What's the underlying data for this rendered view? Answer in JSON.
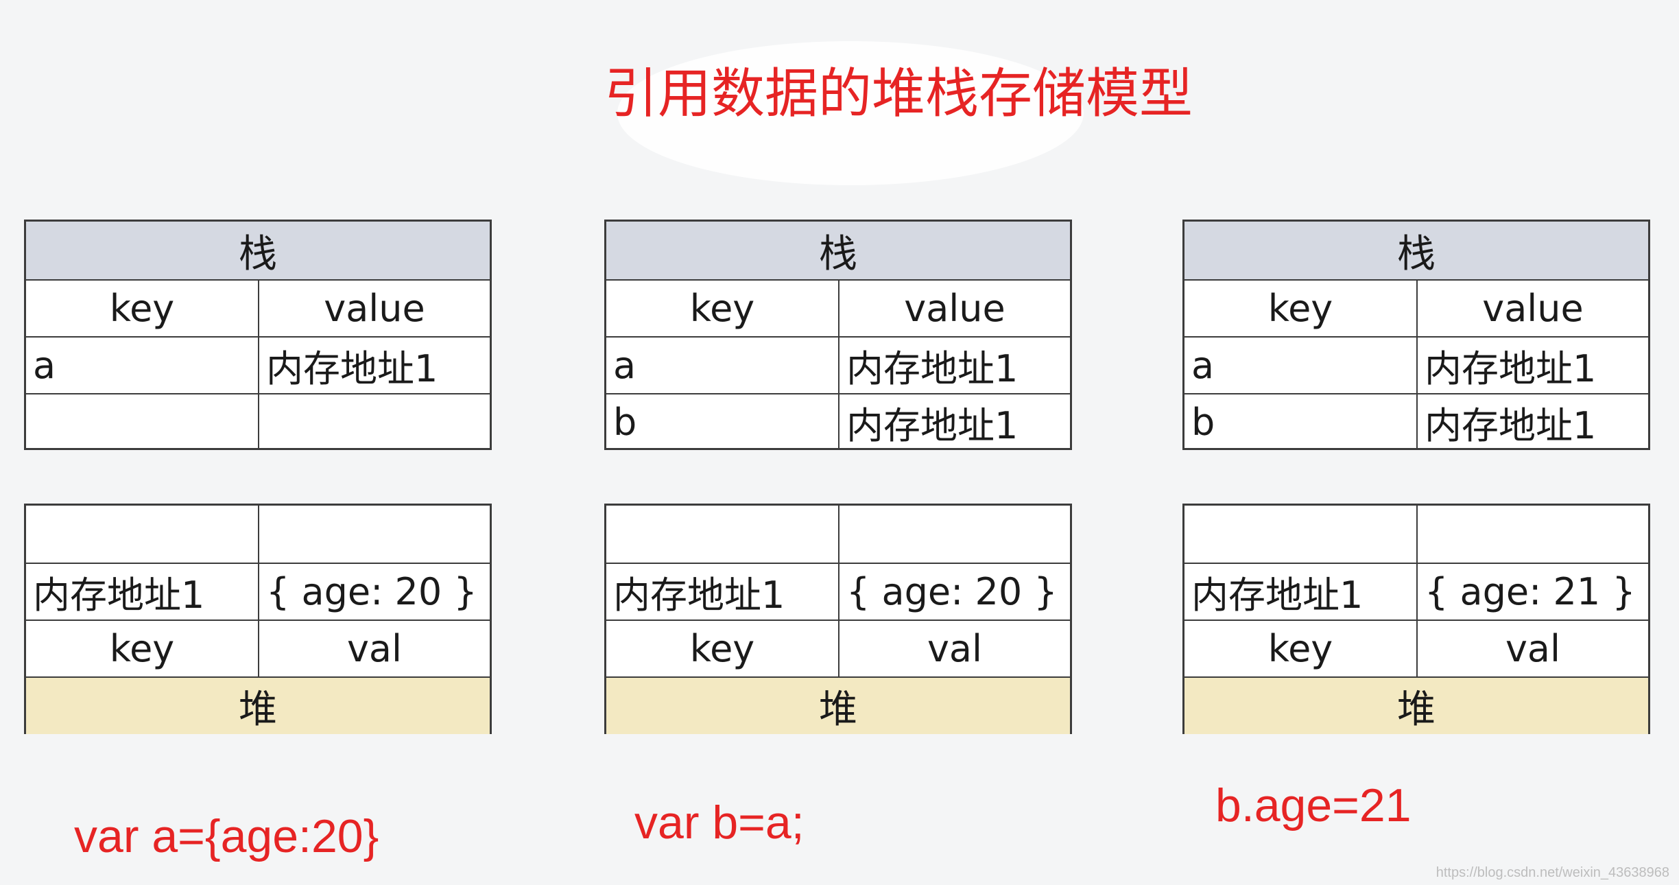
{
  "title": "引用数据的堆栈存储模型",
  "models": [
    {
      "stack_label": "栈",
      "stack_headers": [
        "key",
        "value"
      ],
      "stack_rows": [
        [
          "a",
          "内存地址1"
        ],
        [
          "",
          ""
        ]
      ],
      "heap_rows": [
        [
          "",
          ""
        ],
        [
          "内存地址1",
          "{ age: 20 }"
        ]
      ],
      "heap_headers": [
        "key",
        "val"
      ],
      "heap_label": "堆",
      "caption": "var a={age:20}"
    },
    {
      "stack_label": "栈",
      "stack_headers": [
        "key",
        "value"
      ],
      "stack_rows": [
        [
          "a",
          "内存地址1"
        ],
        [
          "b",
          "内存地址1"
        ]
      ],
      "heap_rows": [
        [
          "",
          ""
        ],
        [
          "内存地址1",
          "{ age: 20 }"
        ]
      ],
      "heap_headers": [
        "key",
        "val"
      ],
      "heap_label": "堆",
      "caption": "var b=a;"
    },
    {
      "stack_label": "栈",
      "stack_headers": [
        "key",
        "value"
      ],
      "stack_rows": [
        [
          "a",
          "内存地址1"
        ],
        [
          "b",
          "内存地址1"
        ]
      ],
      "heap_rows": [
        [
          "",
          ""
        ],
        [
          "内存地址1",
          "{ age: 21 }"
        ]
      ],
      "heap_headers": [
        "key",
        "val"
      ],
      "heap_label": "堆",
      "caption": "b.age=21"
    }
  ],
  "watermark": "https://blog.csdn.net/weixin_43638968",
  "colors": {
    "accent": "#e62424",
    "stack_header_bg": "#d5d9e2",
    "heap_label_bg": "#f3e9c2",
    "border": "#3c3c3c"
  }
}
